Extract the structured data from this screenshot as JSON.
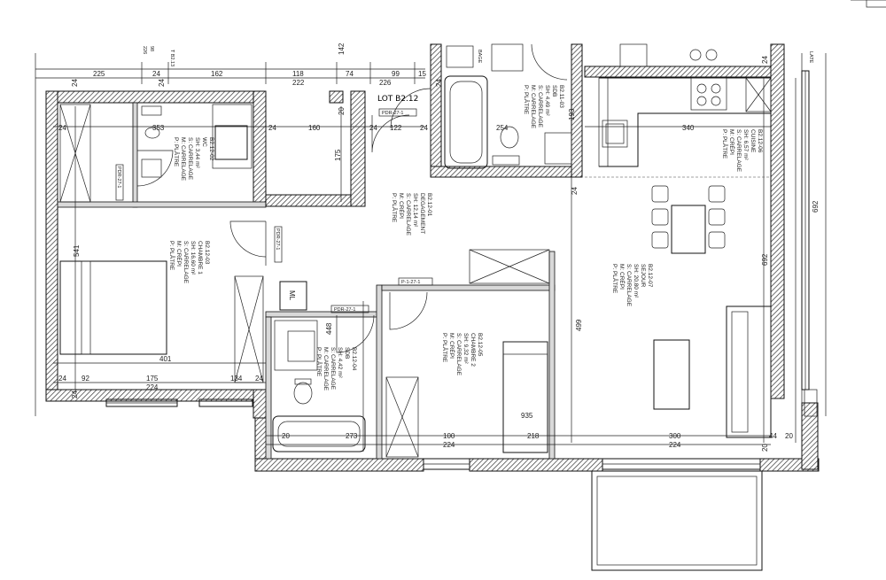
{
  "lot_label": "LOT B2.12",
  "top_ref_labels": [
    "T B2.13",
    "226",
    "98"
  ],
  "corner_label": "LATE",
  "rooms": [
    {
      "id": "B2.12-03",
      "name": "CHAMBRE 1",
      "area": "SH: 16,60 m²",
      "floor": "S: CARRELAGE",
      "wall": "M: CRÉPI",
      "ceiling": "P: PLÂTRE"
    },
    {
      "id": "B2.12-02",
      "name": "WC",
      "area": "SH: 3,44 m²",
      "floor": "S: CARRELAGE",
      "wall": "M: CARRELAGE",
      "ceiling": "P: PLÂTRE"
    },
    {
      "id": "B2.12-01",
      "name": "DEGAGEMENT",
      "area": "SH: 12,14 m²",
      "floor": "S: CARRELAGE",
      "wall": "M: CRÉPI",
      "ceiling": "P: PLÂTRE"
    },
    {
      "id": "B2.11-03",
      "name": "SDB",
      "area": "SH: 4,49 m²",
      "floor": "S: CARRELAGE",
      "wall": "M: CARRELAGE",
      "ceiling": "P: PLÂTRE"
    },
    {
      "id": "B2.12-06",
      "name": "CUISINE",
      "area": "SH: 6,57 m²",
      "floor": "S: CARRELAGE",
      "wall": "M: CRÉPI",
      "ceiling": "P: PLÂTRE"
    },
    {
      "id": "B2.12-07",
      "name": "SEJOUR",
      "area": "SH: 20,80 m²",
      "floor": "S: CARRELAGE",
      "wall": "M: CRÉPI",
      "ceiling": "P: PLÂTRE"
    },
    {
      "id": "B2.12-05",
      "name": "CHAMBRE 2",
      "area": "SH: 9,32 m²",
      "floor": "S: CARRELAGE",
      "wall": "M: CRÉPI",
      "ceiling": "P: PLÂTRE"
    },
    {
      "id": "B2.12-04",
      "name": "SDB",
      "area": "SH: 4,42 m²",
      "floor": "S: CARRELAGE",
      "wall": "M: CARRELAGE",
      "ceiling": "P: PLÂTRE"
    }
  ],
  "door_tags": {
    "d1": "PDR-27-1",
    "d2": "PDR-27-1",
    "d3": "PDR-27-1",
    "d4": "PDR-27-1",
    "d5": "P-1-27-1"
  },
  "fixture_labels": {
    "ml": "ML",
    "bage": "BAGE"
  },
  "dimensions": {
    "top_row": [
      "225",
      "24",
      "162",
      "118",
      "74",
      "99",
      "15"
    ],
    "top_row2": [
      "222",
      "226",
      "142"
    ],
    "wc_width": "353",
    "wc_depth": "175",
    "deg_width": "160",
    "deg_width2": "122",
    "kitchen_width": "340",
    "kitchen_height": "193",
    "left_height": "541",
    "bottom_left": [
      "92",
      "175",
      "224",
      "134"
    ],
    "bedroom_width": "401",
    "bath_width": "273",
    "bath_height": "448",
    "left_bottom": "20",
    "ch2_width": "100",
    "ch2_width2": "224",
    "ch2_width3": "218",
    "ch2_total": "935",
    "living_height": "499",
    "living_bottom": [
      "300",
      "224"
    ],
    "right_height": "692",
    "right_height2": "692",
    "right_small": [
      "44",
      "20",
      "20"
    ],
    "side_24": [
      "24",
      "24",
      "24",
      "24",
      "24",
      "24",
      "24",
      "24",
      "24",
      "24",
      "24",
      "24"
    ],
    "misc": [
      "20",
      "254"
    ]
  }
}
